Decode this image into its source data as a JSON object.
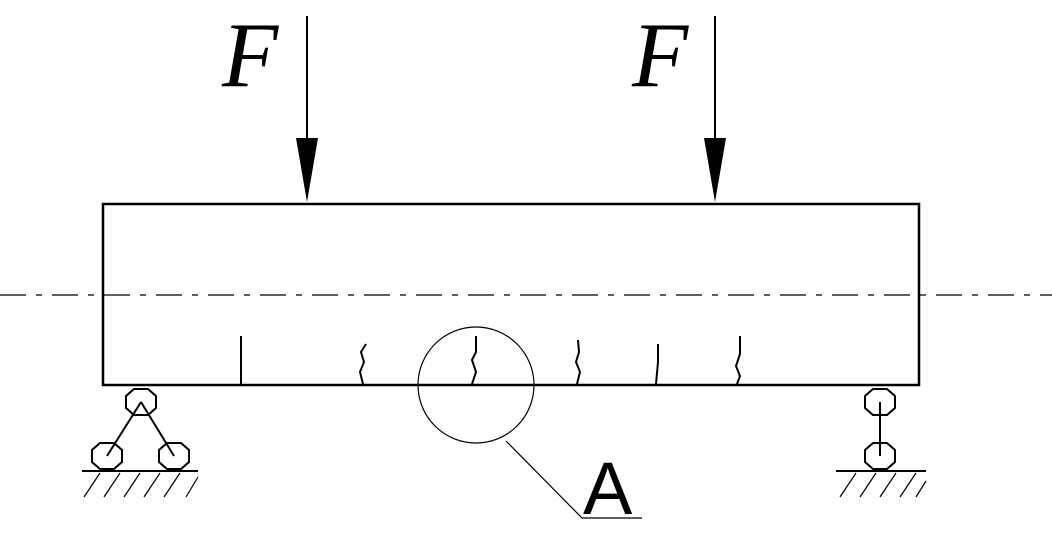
{
  "diagram": {
    "load_left_label": "F",
    "load_right_label": "F",
    "detail_label": "A",
    "line_color": "#000000",
    "background": "#ffffff",
    "crack_count": 6
  }
}
